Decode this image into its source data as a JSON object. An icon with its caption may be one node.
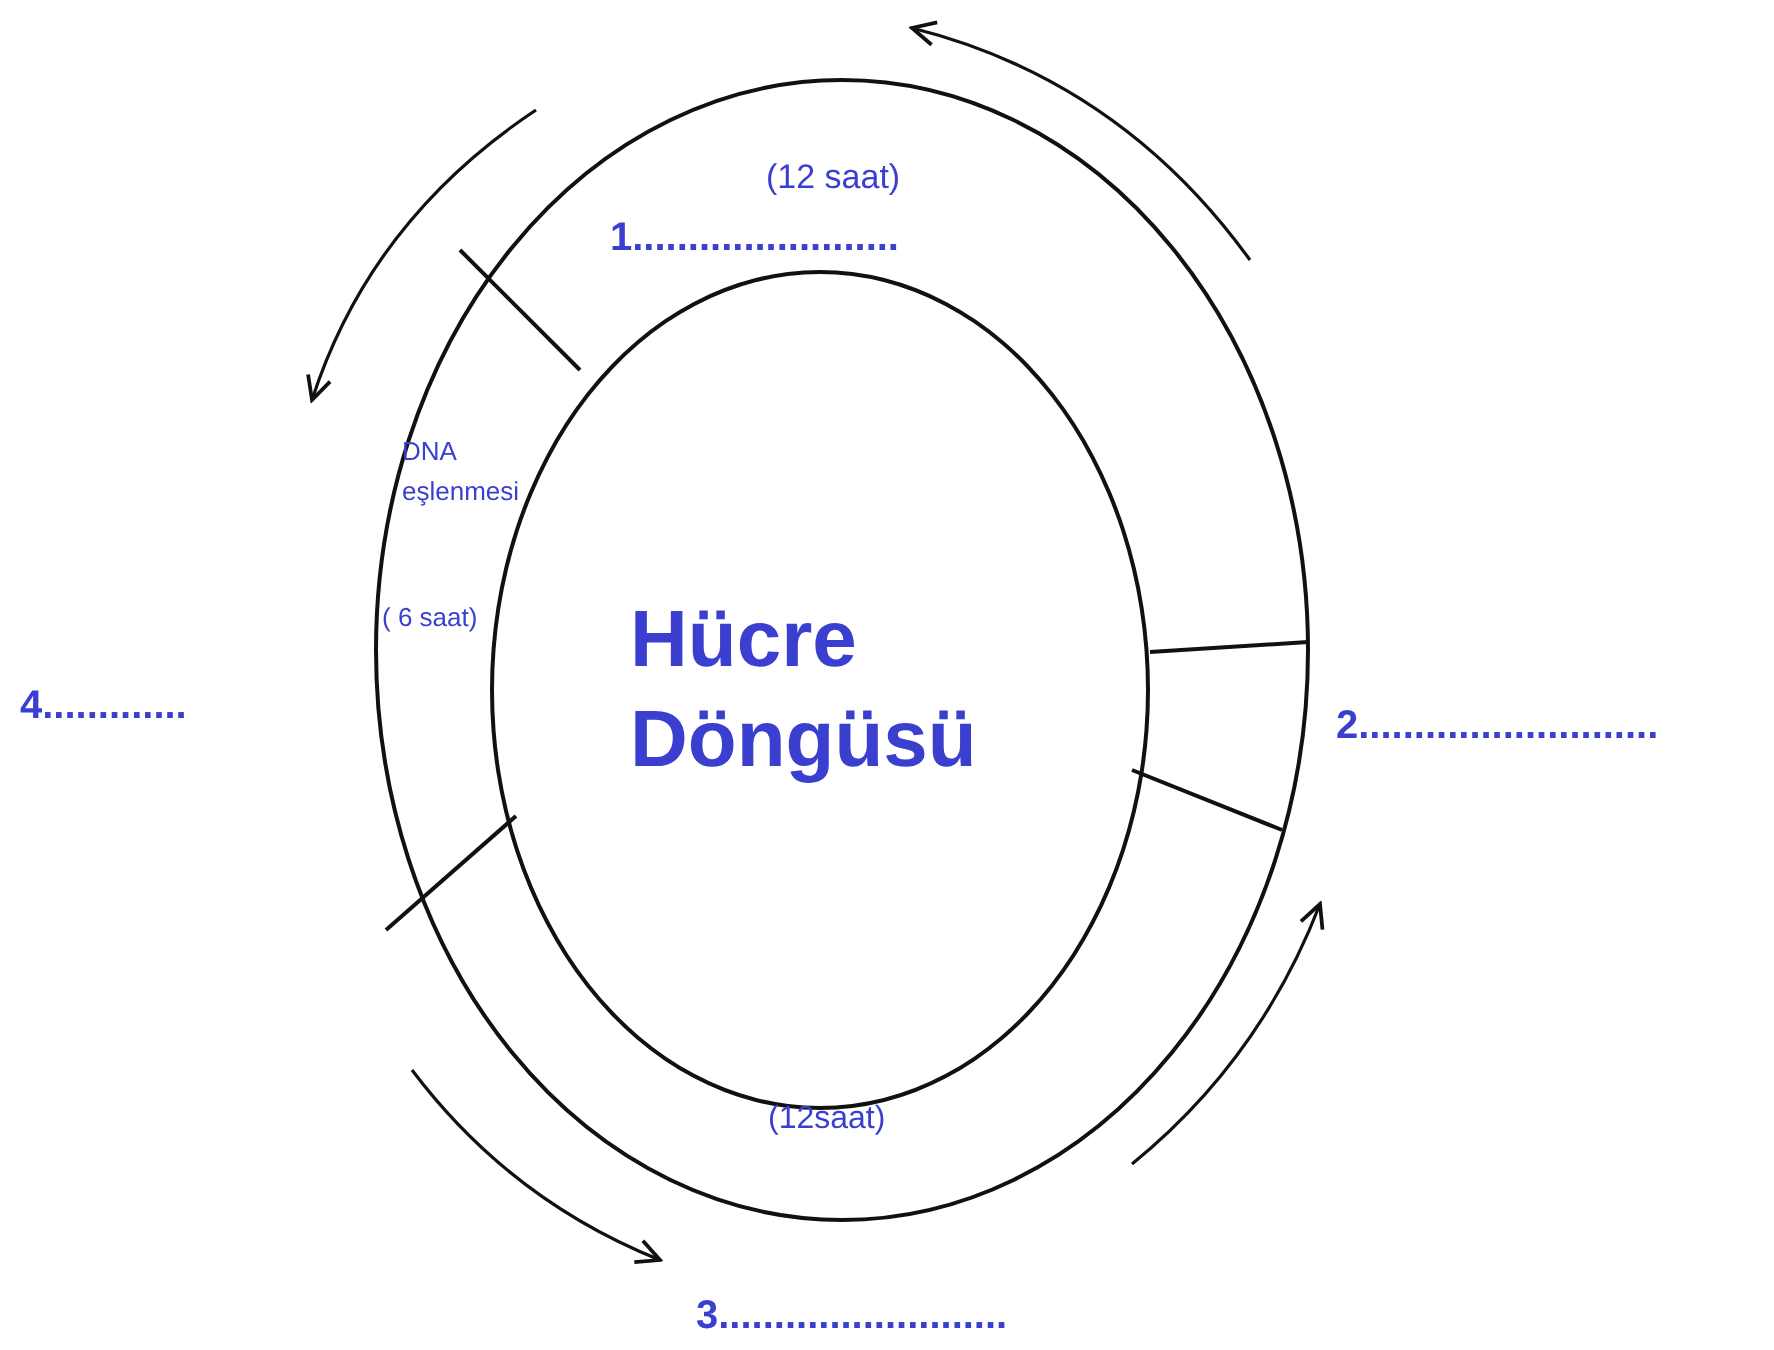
{
  "diagram": {
    "nodes": [
      {
        "text": [
          "Hücre Döngüsü"
        ]
      },
      {
        "text": [
          "(12 saat)",
          "1........................"
        ]
      },
      {
        "text": [
          "DNA eşlenmesi",
          "( 6 saat)"
        ]
      },
      {
        "text": [
          "(12saat)"
        ]
      }
    ],
    "labels": [
      "2...........................",
      "3..........................",
      "4............."
    ]
  }
}
